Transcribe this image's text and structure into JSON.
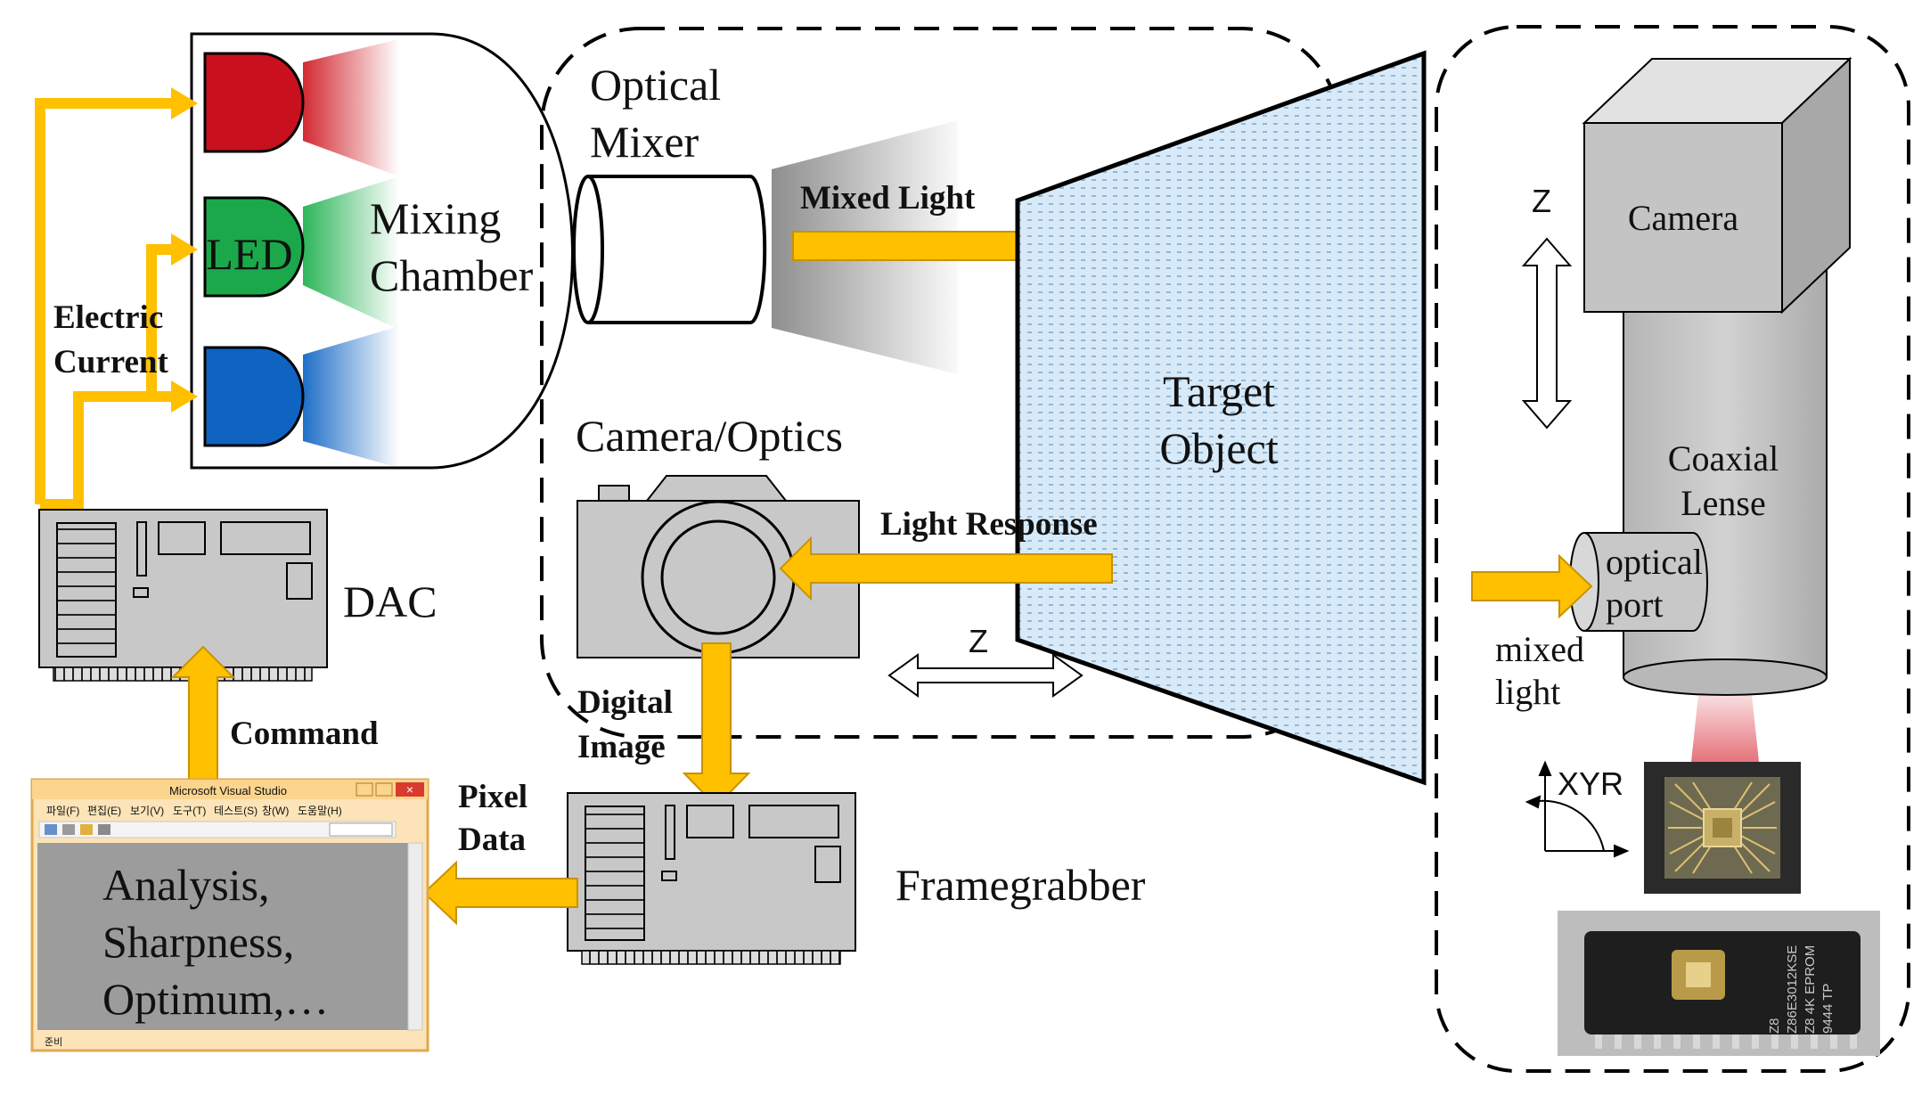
{
  "labels": {
    "optical_mixer": [
      "Optical",
      "Mixer"
    ],
    "mixing_chamber": [
      "Mixing",
      "Chamber"
    ],
    "led": "LED",
    "electric_current": [
      "Electric",
      "Current"
    ],
    "mixed_light": "Mixed Light",
    "target_object": [
      "Target",
      "Object"
    ],
    "camera_optics": "Camera/Optics",
    "light_response": "Light Response",
    "z_bottom": "Z",
    "dac": "DAC",
    "command": "Command",
    "digital_image": [
      "Digital",
      "Image"
    ],
    "pixel_data": [
      "Pixel",
      "Data"
    ],
    "framegrabber": "Framegrabber",
    "z_right": "Z",
    "camera": "Camera",
    "coaxial_lense": [
      "Coaxial",
      "Lense"
    ],
    "optical_port": [
      "optical",
      "port"
    ],
    "mixed_light_small": [
      "mixed",
      "light"
    ],
    "xyr": "XYR"
  },
  "software_window": {
    "title": "Microsoft Visual Studio",
    "menu_items": [
      "파일(F)",
      "편집(E)",
      "보기(V)",
      "도구(T)",
      "테스트(S)",
      "창(W)",
      "도움말(H)"
    ],
    "content_lines": [
      "Analysis,",
      "Sharpness,",
      "Optimum,…"
    ],
    "status": "준비"
  },
  "chip": {
    "markings": [
      "Z8",
      "Z86E3012KSE",
      "Z8 4K EPROM",
      "9444 TP"
    ]
  },
  "colors": {
    "arrow_fill": "#FFC000",
    "led_red": "#C8101E",
    "led_green": "#1BA84A",
    "led_blue": "#0E64C0",
    "device_gray": "#C8C8C8",
    "target_fill": "#D6E9F8"
  }
}
